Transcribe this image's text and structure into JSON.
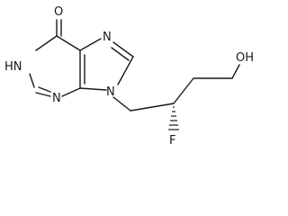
{
  "molecule": {
    "atom_labels": {
      "carbonyl_oxygen": "O",
      "n1h": "HN",
      "n3": "N",
      "n7": "N",
      "n9": "N",
      "fluorine": "F",
      "hydroxyl": "OH"
    }
  }
}
